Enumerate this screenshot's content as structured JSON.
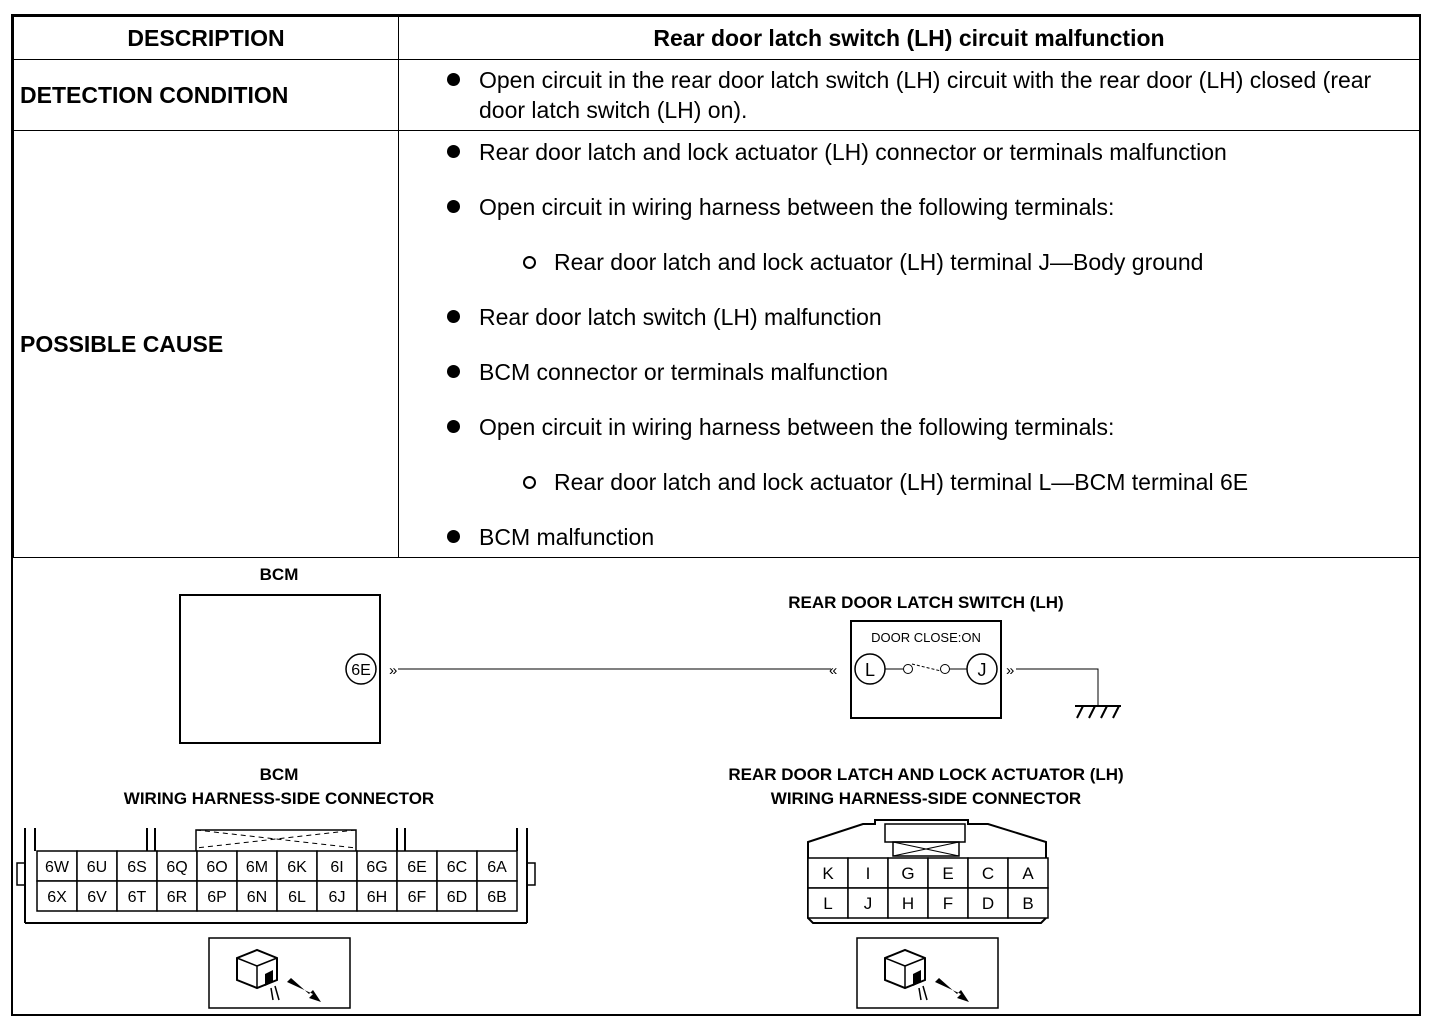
{
  "table": {
    "header_left": "DESCRIPTION",
    "header_right": "Rear door latch switch (LH) circuit malfunction",
    "detection": {
      "label": "DETECTION CONDITION",
      "items": [
        "Open circuit in the rear door latch switch (LH) circuit with the rear door (LH) closed (rear door latch switch (LH) on)."
      ]
    },
    "cause": {
      "label": "POSSIBLE CAUSE",
      "items": [
        "Rear door latch and lock actuator (LH) connector or terminals malfunction",
        "Open circuit in wiring harness between the following terminals:",
        "Rear door latch and lock actuator (LH) terminal J—Body ground",
        "Rear door latch switch (LH) malfunction",
        "BCM connector or terminals malfunction",
        "Open circuit in wiring harness between the following terminals:",
        "Rear door latch and lock actuator (LH) terminal L—BCM terminal 6E",
        "BCM malfunction"
      ]
    }
  },
  "diagram": {
    "bcm_label": "BCM",
    "bcm_terminal": "6E",
    "switch_title": "REAR DOOR LATCH SWITCH (LH)",
    "switch_state": "DOOR CLOSE:ON",
    "switch_terminal_left": "L",
    "switch_terminal_right": "J",
    "bcm_connector_title_1": "BCM",
    "bcm_connector_title_2": "WIRING HARNESS-SIDE CONNECTOR",
    "bcm_pins_top": [
      "6W",
      "6U",
      "6S",
      "6Q",
      "6O",
      "6M",
      "6K",
      "6I",
      "6G",
      "6E",
      "6C",
      "6A"
    ],
    "bcm_pins_bottom": [
      "6X",
      "6V",
      "6T",
      "6R",
      "6P",
      "6N",
      "6L",
      "6J",
      "6H",
      "6F",
      "6D",
      "6B"
    ],
    "act_connector_title_1": "REAR DOOR LATCH AND LOCK ACTUATOR (LH)",
    "act_connector_title_2": "WIRING HARNESS-SIDE CONNECTOR",
    "act_pins_top": [
      "K",
      "I",
      "G",
      "E",
      "C",
      "A"
    ],
    "act_pins_bottom": [
      "L",
      "J",
      "H",
      "F",
      "D",
      "B"
    ],
    "icons": [
      "connector-view-icon",
      "connector-view-icon"
    ]
  }
}
